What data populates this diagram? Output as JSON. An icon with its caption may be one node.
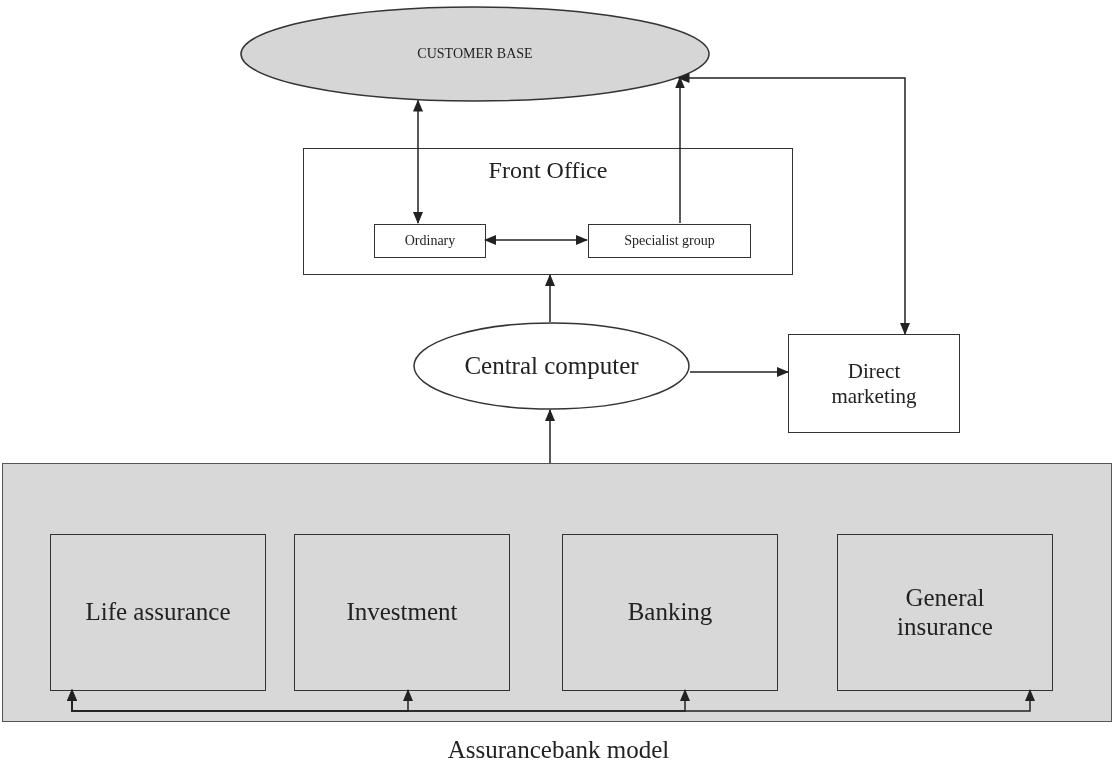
{
  "diagram": {
    "caption": "Assurancebank model",
    "nodes": [
      {
        "text": [
          "CUSTOMER BASE"
        ]
      },
      {
        "text": [
          "Front Office"
        ]
      },
      {
        "text": [
          "Ordinary"
        ],
        "in": 1
      },
      {
        "text": [
          "Specialist group"
        ],
        "in": 1
      },
      {
        "text": [
          "Central computer"
        ]
      },
      {
        "text": [
          "Direct marketing"
        ]
      },
      {
        "text": [],
        "shape": "box"
      },
      {
        "text": [
          "Life assurance"
        ],
        "in": 6
      },
      {
        "text": [
          "Investment"
        ],
        "in": 6
      },
      {
        "text": [
          "Banking"
        ],
        "in": 6
      },
      {
        "text": [
          "General insurance"
        ],
        "in": 6
      }
    ],
    "edges": [
      {
        "from": 0,
        "to": 2,
        "arrow": "both"
      },
      {
        "from": 3,
        "to": 0,
        "arrow": "to"
      },
      {
        "from": 2,
        "to": 3,
        "arrow": "both"
      },
      {
        "from": 4,
        "to": 1,
        "arrow": "to"
      },
      {
        "from": 4,
        "to": 5,
        "arrow": "to"
      },
      {
        "from": 0,
        "to": 5,
        "arrow": "both"
      },
      {
        "from": 6,
        "to": 4,
        "arrow": "to"
      },
      {
        "from": 7,
        "to": 8,
        "arrow": "both"
      },
      {
        "from": 7,
        "to": 9,
        "arrow": "both"
      },
      {
        "from": 7,
        "to": 10,
        "arrow": "both"
      }
    ]
  }
}
